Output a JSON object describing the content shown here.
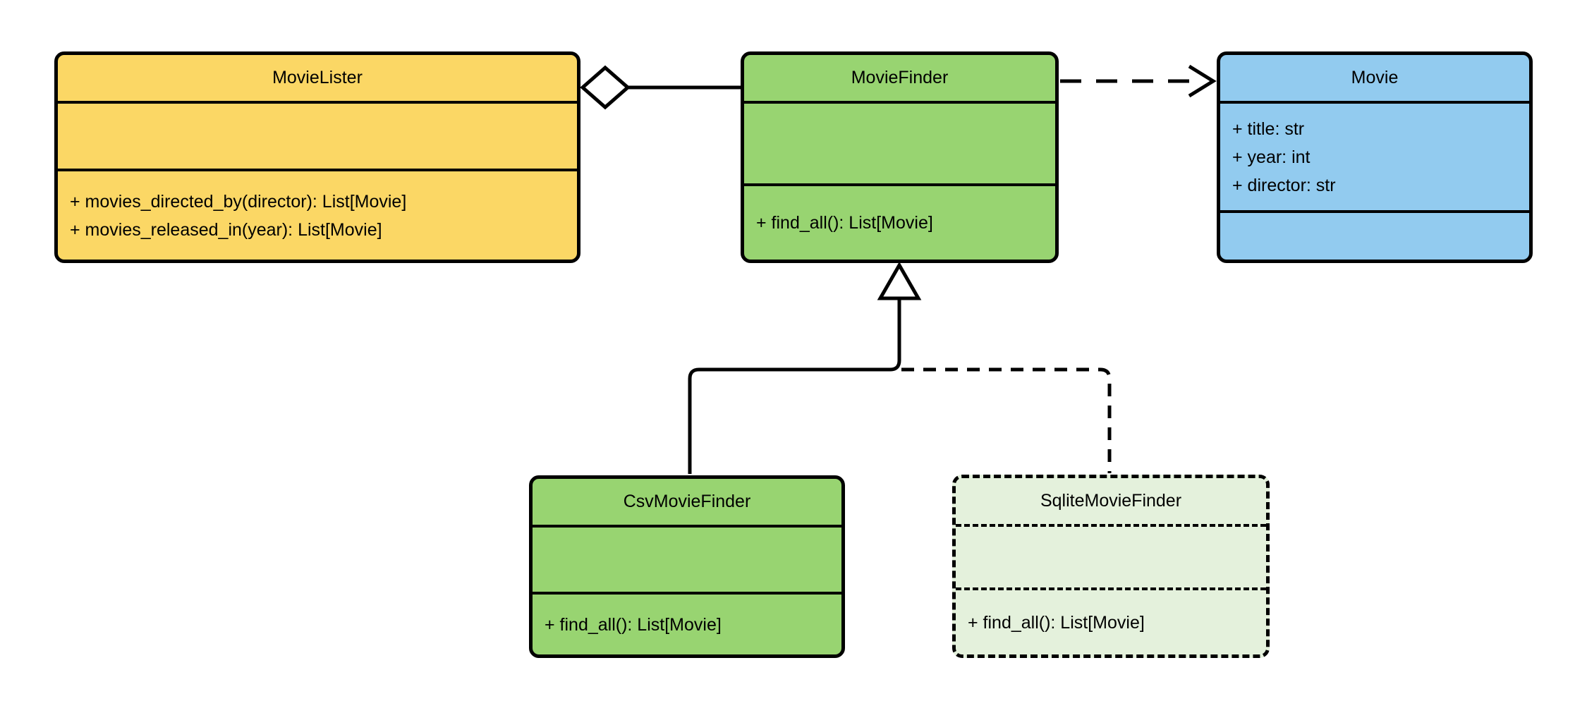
{
  "diagram": {
    "kind": "uml-class-diagram",
    "classes": [
      {
        "name": "MovieLister",
        "fill": "#FBD765",
        "border": "solid",
        "attributes": [],
        "methods": [
          "+ movies_directed_by(director): List[Movie]",
          "+ movies_released_in(year): List[Movie]"
        ]
      },
      {
        "name": "MovieFinder",
        "fill": "#98D471",
        "border": "solid",
        "attributes": [],
        "methods": [
          "+ find_all(): List[Movie]"
        ]
      },
      {
        "name": "Movie",
        "fill": "#92CBEF",
        "border": "solid",
        "attributes": [
          "+ title: str",
          "+ year: int",
          "+ director: str"
        ],
        "methods": []
      },
      {
        "name": "CsvMovieFinder",
        "fill": "#98D471",
        "border": "solid",
        "attributes": [],
        "methods": [
          "+ find_all(): List[Movie]"
        ]
      },
      {
        "name": "SqliteMovieFinder",
        "fill": "#E4F1DC",
        "border": "dashed",
        "attributes": [],
        "methods": [
          "+ find_all(): List[Movie]"
        ]
      }
    ],
    "relationships": [
      {
        "type": "aggregation",
        "source": "MovieLister",
        "target": "MovieFinder",
        "line": "solid",
        "marker": "open-diamond-at-source"
      },
      {
        "type": "dependency",
        "source": "MovieFinder",
        "target": "Movie",
        "line": "dashed",
        "marker": "open-arrowhead-at-target"
      },
      {
        "type": "generalization",
        "source": "CsvMovieFinder",
        "target": "MovieFinder",
        "line": "solid",
        "marker": "hollow-triangle-at-target"
      },
      {
        "type": "generalization",
        "source": "SqliteMovieFinder",
        "target": "MovieFinder",
        "line": "dashed",
        "marker": "hollow-triangle-at-target"
      }
    ],
    "colors": {
      "stroke": "#000000",
      "text": "#000000",
      "yellow": "#FBD765",
      "green": "#98D471",
      "blue": "#92CBEF",
      "pale_green": "#E4F1DC",
      "background": "#FFFFFF"
    }
  }
}
